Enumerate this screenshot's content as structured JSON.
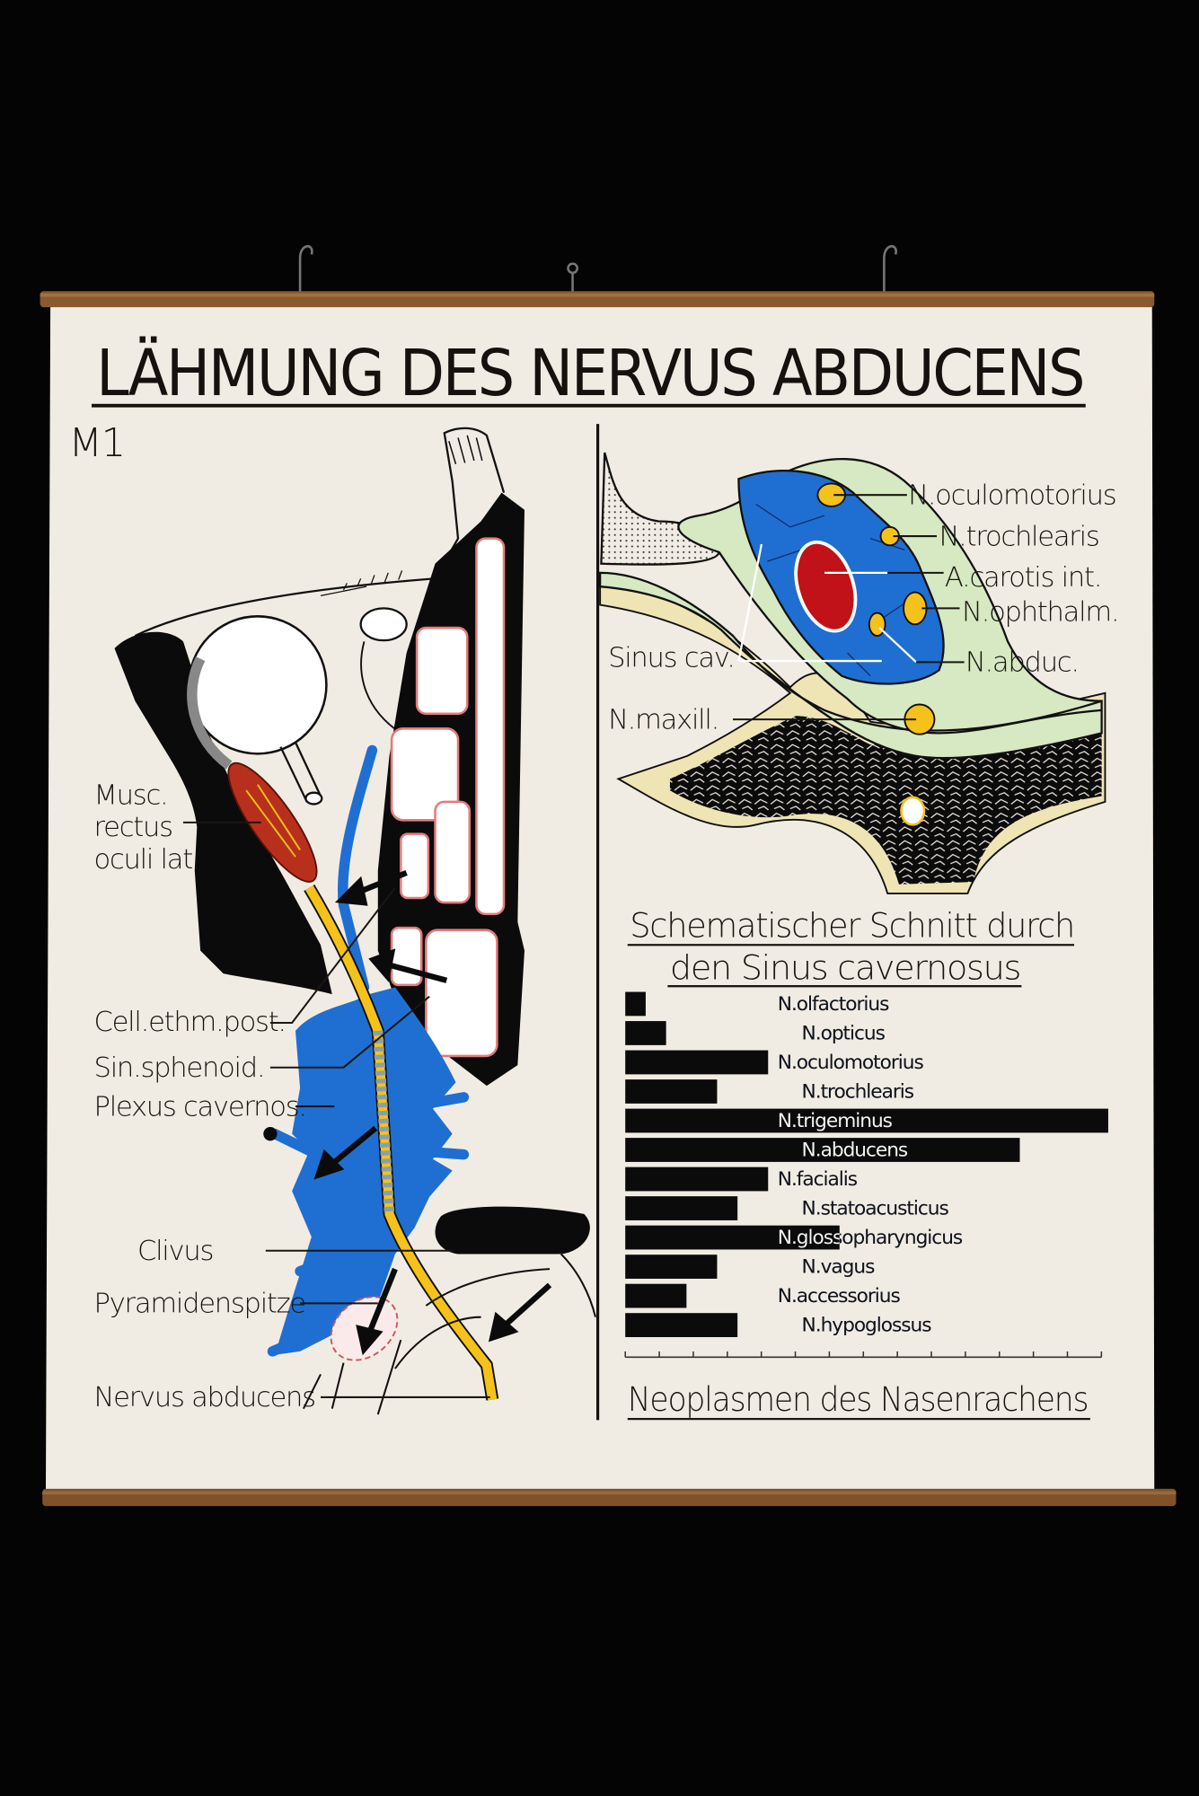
{
  "poster": {
    "title": "LÄHMUNG DES NERVUS ABDUCENS",
    "code": "M1"
  },
  "left_diagram": {
    "labels": {
      "musc_1": "Musc.",
      "musc_2": "rectus",
      "musc_3": "oculi lat.",
      "cell_ethm": "Cell.ethm.post.",
      "sin_sphenoid": "Sin.sphenoid.",
      "plexus": "Plexus cavernos.",
      "clivus": "Clivus",
      "pyramiden": "Pyramidenspitze",
      "nervus_abducens": "Nervus abducens"
    }
  },
  "right_diagram": {
    "labels": {
      "oculomotorius": "N.oculomotorius",
      "trochlearis": "N.trochlearis",
      "carotis": "A.carotis int.",
      "ophthalm": "N.ophthalm.",
      "abduc": "N.abduc.",
      "sinus_cav": "Sinus cav.",
      "maxill": "N.maxill."
    },
    "heading_line1": "Schematischer  Schnitt durch",
    "heading_line2": "den Sinus cavernosus"
  },
  "colors": {
    "paper": "#f1ece3",
    "blue": "#1f6fd3",
    "yellow": "#f4c21b",
    "red": "#c01218",
    "green": "#d6e9c2",
    "beige": "#efe4b4",
    "wood": "#8a5a2e"
  },
  "chart_data": {
    "type": "bar",
    "orientation": "horizontal",
    "title": "Neoplasmen des Nasenrachens",
    "categories": [
      "N.olfactorius",
      "N.opticus",
      "N.oculomotorius",
      "N.trochlearis",
      "N.trigeminus",
      "N.abducens",
      "N.facialis",
      "N.statoacusticus",
      "N.glossopharyngicus",
      "N.vagus",
      "N.accessorius",
      "N.hypoglossus"
    ],
    "values": [
      0.6,
      1.2,
      4.2,
      2.7,
      14.2,
      11.6,
      4.2,
      3.3,
      6.3,
      2.7,
      1.8,
      3.3
    ],
    "xlim": [
      0,
      14
    ],
    "tick_count": 15,
    "xlabel": "",
    "ylabel": ""
  }
}
